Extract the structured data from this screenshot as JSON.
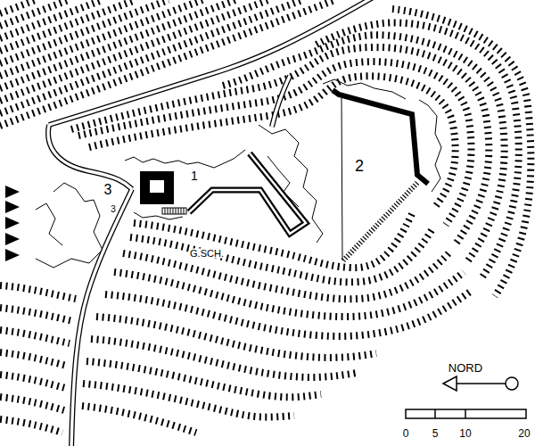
{
  "diagram": {
    "labels": [
      "1",
      "2",
      "3",
      "3",
      "G.SCH.",
      "NORD",
      "0",
      "5",
      "10",
      "20"
    ]
  }
}
